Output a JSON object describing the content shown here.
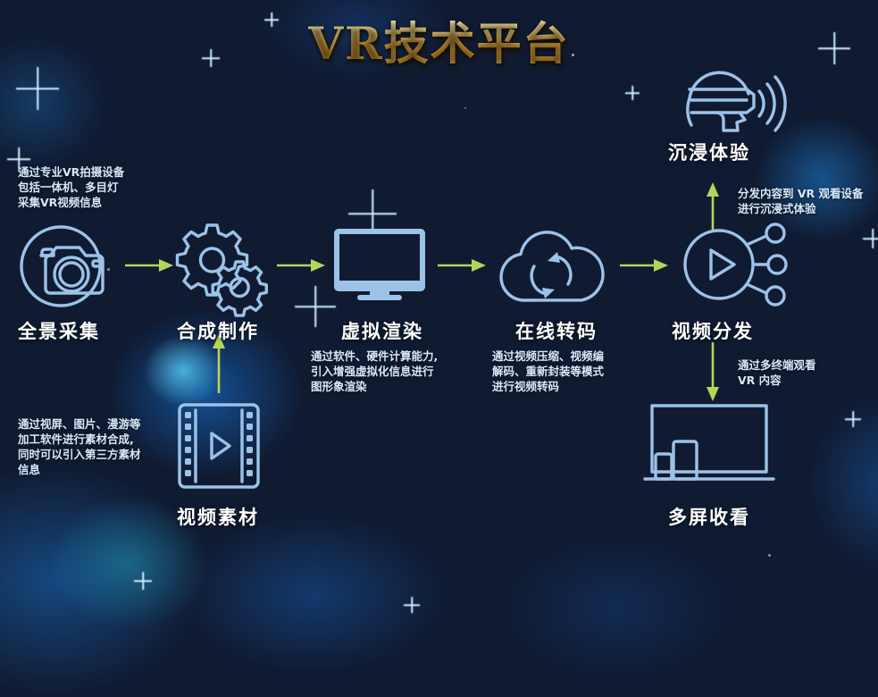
{
  "page": {
    "title": "VR技术平台",
    "background_color": "#101b32",
    "accent_color": "#9dc2e8",
    "arrow_color": "#b7d45a",
    "title_gradient": [
      "#f3d27a",
      "#e0a63b",
      "#f2d98e"
    ]
  },
  "nodes": [
    {
      "id": "panorama-capture",
      "label": "全景采集",
      "icon": "camera-icon"
    },
    {
      "id": "composite-production",
      "label": "合成制作",
      "icon": "gears-icon"
    },
    {
      "id": "virtual-rendering",
      "label": "虚拟渲染",
      "icon": "monitor-icon"
    },
    {
      "id": "online-transcoding",
      "label": "在线转码",
      "icon": "cloud-sync-icon"
    },
    {
      "id": "video-distribution",
      "label": "视频分发",
      "icon": "play-share-icon"
    },
    {
      "id": "immersive-experience",
      "label": "沉浸体验",
      "icon": "vr-headset-icon"
    },
    {
      "id": "video-assets",
      "label": "视频素材",
      "icon": "film-strip-icon"
    },
    {
      "id": "multi-screen-viewing",
      "label": "多屏收看",
      "icon": "multi-screen-icon"
    }
  ],
  "descriptions": {
    "panorama_capture": "通过专业VR拍摄设备\n包括一体机、多目灯\n采集VR视频信息",
    "video_assets": "通过视屏、图片、漫游等\n加工软件进行素材合成,\n同时可以引入第三方素材\n信息",
    "virtual_rendering": "通过软件、硬件计算能力,\n引入增强虚拟化信息进行\n图形象渲染",
    "online_transcoding": "通过视频压缩、视频编\n解码、重新封装等模式\n进行视频转码",
    "immersive_experience": "分发内容到 VR 观看设备\n进行沉浸式体验",
    "multi_screen_viewing": "通过多终端观看\nVR 内容"
  },
  "flow": {
    "steps": [
      "全景采集",
      "合成制作",
      "虚拟渲染",
      "在线转码",
      "视频分发"
    ],
    "branches": [
      {
        "from": "视频素材",
        "to": "合成制作",
        "direction": "up"
      },
      {
        "from": "视频分发",
        "to": "沉浸体验",
        "direction": "up"
      },
      {
        "from": "视频分发",
        "to": "多屏收看",
        "direction": "down"
      }
    ]
  }
}
